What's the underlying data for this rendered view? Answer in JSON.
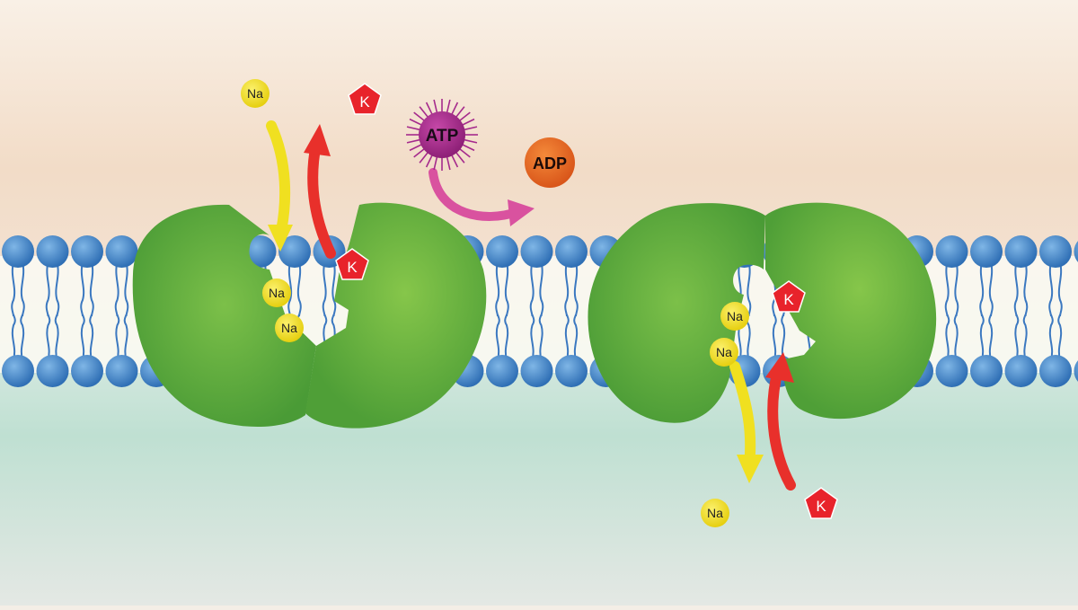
{
  "diagram": {
    "ions": {
      "sodium_label": "Na",
      "potassium_label": "K"
    },
    "molecules": {
      "atp_label": "ATP",
      "adp_label": "ADP"
    },
    "colors": {
      "extracellular": "#f3dcc8",
      "intracellular": "#cfe5dc",
      "membrane_core": "#fbfaf2",
      "phospholipid_head": "#3f86c9",
      "phospholipid_tail": "#3b78c0",
      "protein": "#5fae3e",
      "sodium": "#f0dc1a",
      "potassium": "#e8232b",
      "atp": "#a52a8c",
      "adp": "#e8641c",
      "sodium_arrow": "#f0e020",
      "potassium_arrow": "#e8302b",
      "energy_arrow": "#d9529f"
    }
  }
}
